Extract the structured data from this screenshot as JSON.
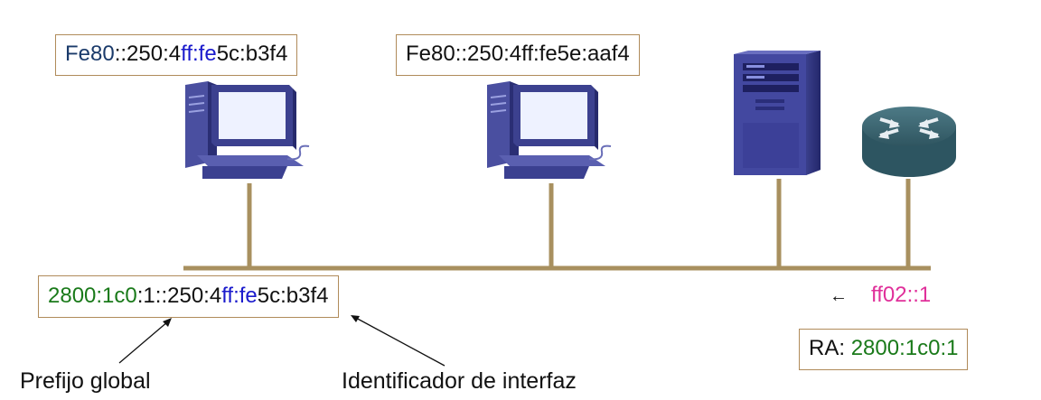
{
  "pc1_addr": {
    "p1": "Fe80",
    "p2": "::250:4",
    "p3": "ff:fe",
    "p4": "5c:b3f4"
  },
  "pc2_addr": "Fe80::250:4ff:fe5e:aaf4",
  "global_addr": {
    "prefix": "2800:1c0",
    "mid": ":1::250:4",
    "ff": "ff:fe",
    "tail": "5c:b3f4"
  },
  "multicast": {
    "arrow": "←",
    "addr": "ff02::1"
  },
  "ra": {
    "label": "RA: ",
    "prefix": "2800:1c0:1"
  },
  "labels": {
    "prefix": "Prefijo global",
    "iid": "Identificador de interfaz"
  },
  "colors": {
    "link": "#a8905f",
    "prefix": "#1a7a1a",
    "linklocal": "#1a3a6a",
    "iid": "#1a1acc",
    "multicast": "#e0309a",
    "border": "#b08b5a"
  },
  "icons": [
    "workstation-icon",
    "workstation-icon",
    "server-tower-icon",
    "router-icon"
  ]
}
